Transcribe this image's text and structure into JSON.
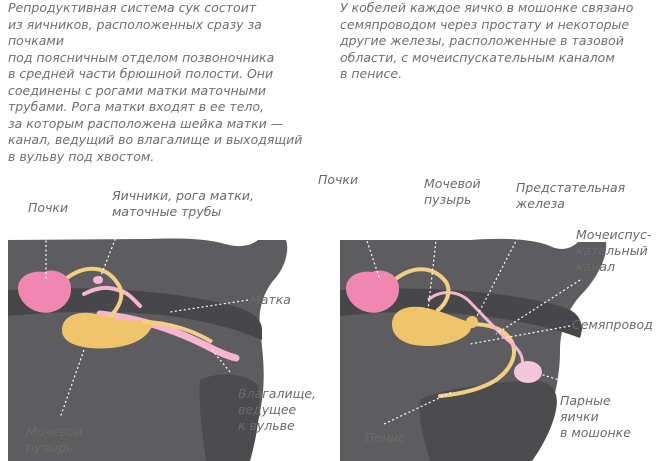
{
  "female": {
    "description": "Репродуктивная система сук состоит\nиз яичников, расположенных сразу за почками\nпод поясничным отделом позвоночника\nв средней части брюшной полости. Они\nсоединены с рогами матки маточными\nтрубами. Рога матки входят в ее тело,\nза которым расположена шейка матки —\nканал, ведущий во влагалище и выходящий\nв вульву под хвостом.",
    "labels": {
      "kidneys": "Почки",
      "ovaries": "Яичники, рога матки,\nматочные трубы",
      "uterus": "Матка",
      "vagina": "Влагалище,\nведущее\nк вульве",
      "bladder": "Мочевой\nпузырь"
    }
  },
  "male": {
    "description": "У кобелей каждое яичко в мошонке связано\nсемяпроводом через простату и некоторые\nдругие железы, расположенные в тазовой\nобласти, с мочеиспускательным каналом\nв пенисе.",
    "labels": {
      "kidneys": "Почки",
      "bladder": "Мочевой\nпузырь",
      "prostate": "Предстательная\nжелеза",
      "urethra": "Мочеиспус-\nкательный\nканал",
      "vas_deferens": "Семяпровод",
      "penis": "Пенис",
      "testes": "Парные\nяички\nв мошонке"
    }
  },
  "colors": {
    "body": "#5d5d5f",
    "body_dark": "#454547",
    "kidney": "#ef87b0",
    "bladder": "#f0c46a",
    "duct": "#f2cf83",
    "pink_tract": "#f6b6d2",
    "leader": "#ffffff"
  }
}
